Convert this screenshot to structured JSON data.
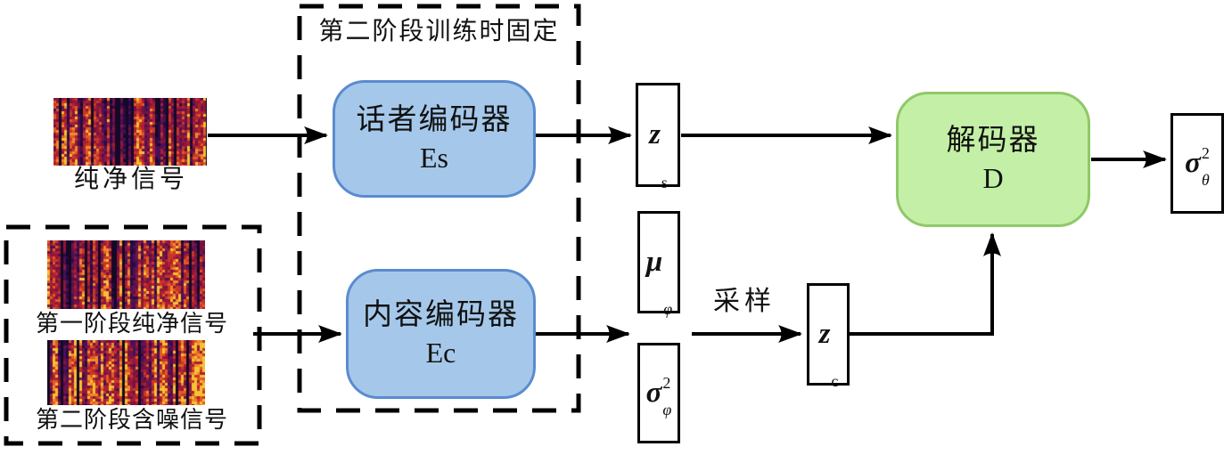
{
  "colors": {
    "background": "#ffffff",
    "encoder_fill": "#a5c8ea",
    "encoder_border": "#5b8bd0",
    "decoder_fill": "#c3f0a6",
    "decoder_border": "#8fc868",
    "line": "#000000"
  },
  "frozen_box": {
    "label": "第二阶段训练时固定"
  },
  "inputs": {
    "clean_signal_label": "纯净信号",
    "stage1_label": "第一阶段纯净信号",
    "stage2_label": "第二阶段含噪信号"
  },
  "blocks": {
    "speaker_encoder": {
      "name": "话者编码器",
      "symbol": "Es"
    },
    "content_encoder": {
      "name": "内容编码器",
      "symbol": "Ec"
    },
    "decoder": {
      "name": "解码器",
      "symbol": "D"
    }
  },
  "vars": {
    "z_s": {
      "main": "z",
      "sub": "s"
    },
    "mu_phi": {
      "main": "μ",
      "sub": "φ"
    },
    "sigma_phi": {
      "main": "σ",
      "sub": "φ",
      "sup": "2"
    },
    "z_c": {
      "main": "z",
      "sub": "c"
    },
    "sigma_theta": {
      "main": "σ",
      "sub": "θ",
      "sup": "2"
    }
  },
  "labels": {
    "sampling": "采样"
  }
}
